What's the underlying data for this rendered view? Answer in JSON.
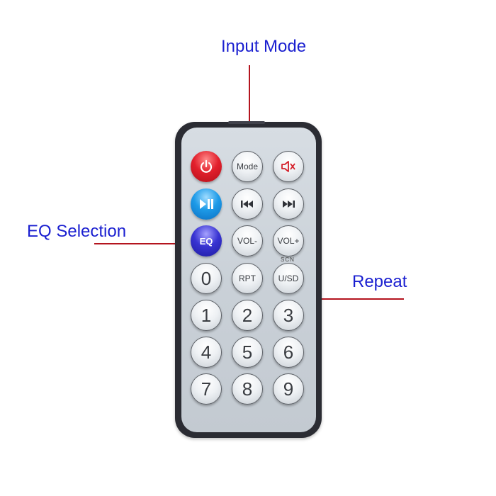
{
  "callouts": {
    "input_mode": "Input Mode",
    "eq_selection": "EQ Selection",
    "repeat": "Repeat"
  },
  "remote": {
    "body_color": "#2b2c33",
    "face_color": "#cfd5db",
    "buttons": {
      "power_icon": "power-icon",
      "mode": "Mode",
      "mute_icon": "mute-icon",
      "play_pause_icon": "play-pause-icon",
      "prev_icon": "previous-icon",
      "next_icon": "next-icon",
      "eq": "EQ",
      "vol_down": "VOL-",
      "vol_up": "VOL+",
      "scn": "SCN",
      "zero": "0",
      "rpt": "RPT",
      "usd": "U/SD",
      "one": "1",
      "two": "2",
      "three": "3",
      "four": "4",
      "five": "5",
      "six": "6",
      "seven": "7",
      "eight": "8",
      "nine": "9"
    }
  },
  "colors": {
    "callout_text": "#1a1fd0",
    "leader_line": "#b4141e",
    "power_button": "#e2202c",
    "play_button": "#1e9be8",
    "eq_button": "#3934d2"
  }
}
